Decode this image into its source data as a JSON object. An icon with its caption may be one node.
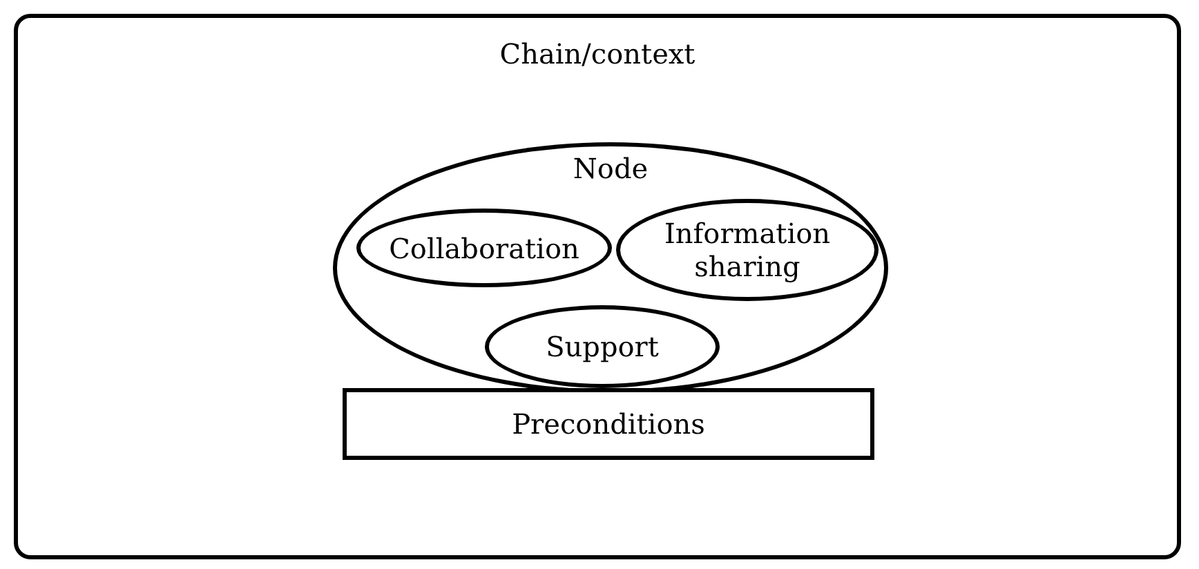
{
  "diagram": {
    "nodes": [
      {
        "text": [
          "Chain/context"
        ]
      },
      {
        "text": [
          "Node"
        ],
        "in": 0
      },
      {
        "text": [
          "Collaboration"
        ],
        "in": 1
      },
      {
        "text": [
          "Information sharing"
        ],
        "in": 1
      },
      {
        "text": [
          "Support"
        ],
        "in": 1
      },
      {
        "text": [
          "Preconditions"
        ],
        "in": 0
      }
    ]
  }
}
